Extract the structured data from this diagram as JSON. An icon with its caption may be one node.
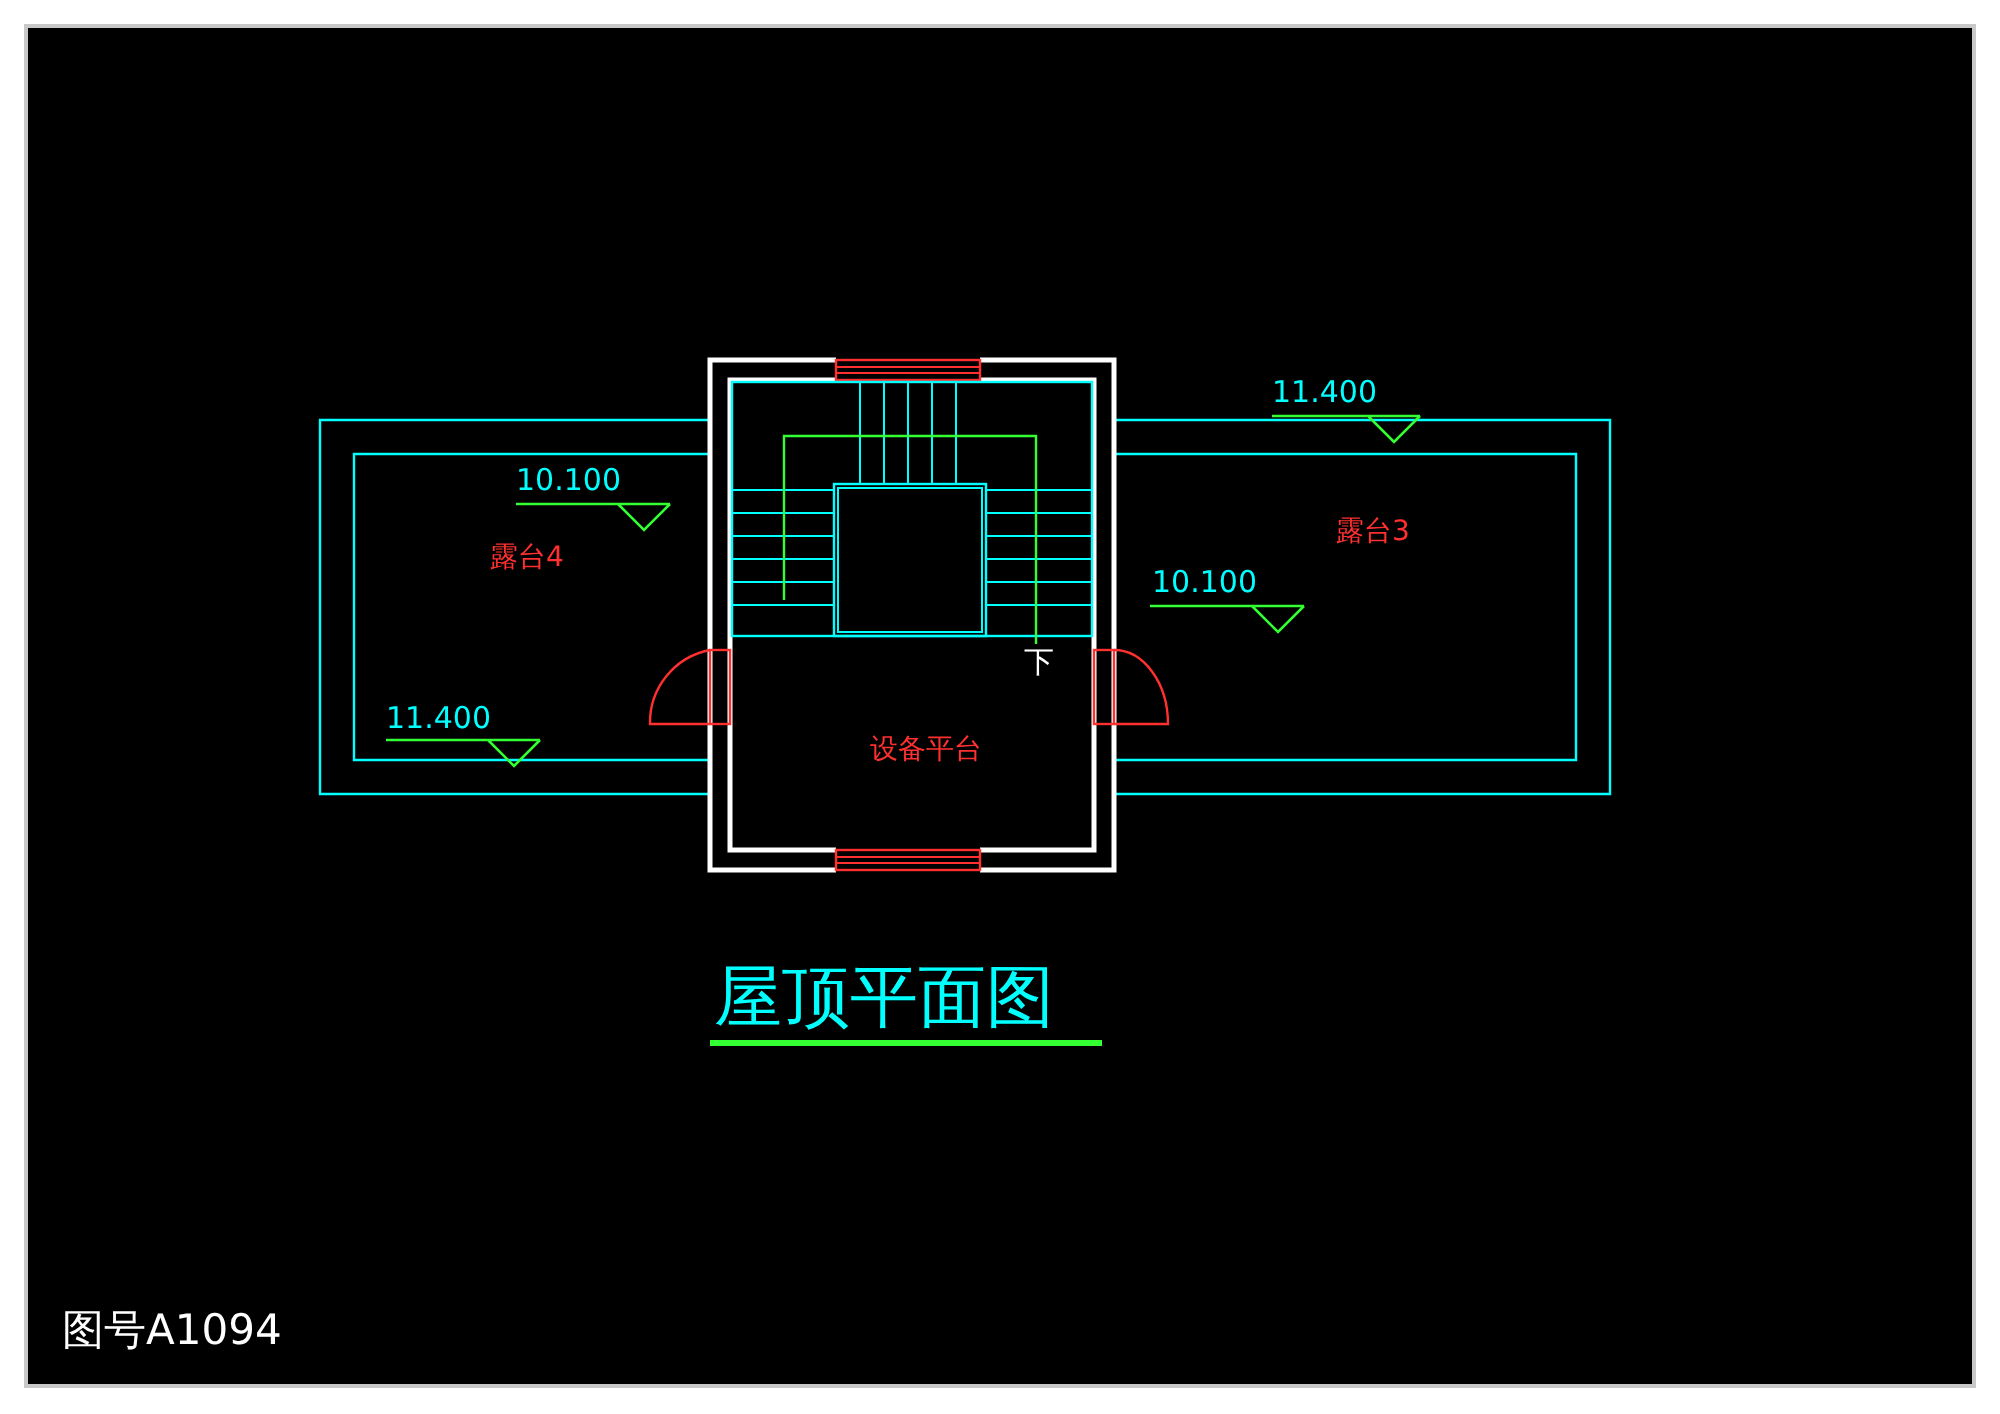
{
  "diagram": {
    "title": "屋顶平面图",
    "labels": [
      "11.400",
      "10.100",
      "露台4",
      "露台3",
      "10.100",
      "下",
      "11.400",
      "设备平台",
      "图号A1094"
    ]
  }
}
